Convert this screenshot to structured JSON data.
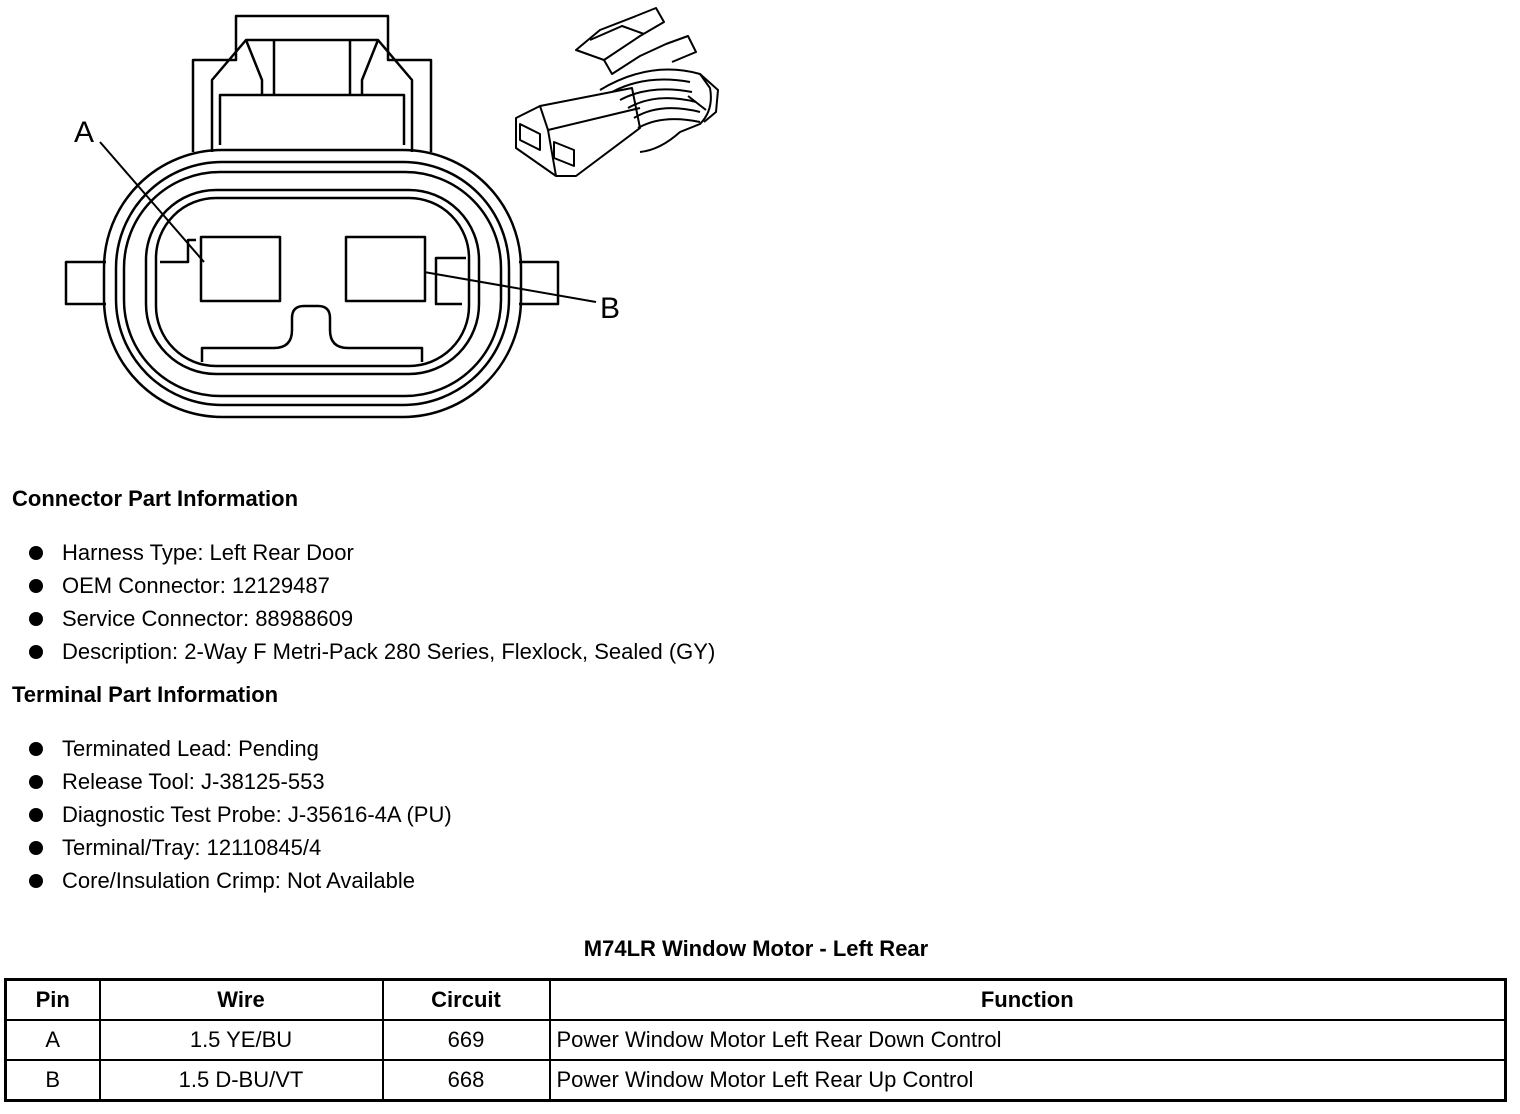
{
  "diagram": {
    "callout_a": "A",
    "callout_b": "B"
  },
  "connector_info": {
    "heading": "Connector Part Information",
    "items": [
      "Harness Type: Left Rear Door",
      "OEM Connector: 12129487",
      "Service Connector: 88988609",
      "Description: 2-Way F Metri-Pack 280 Series, Flexlock, Sealed (GY)"
    ]
  },
  "terminal_info": {
    "heading": "Terminal Part Information",
    "items": [
      "Terminated Lead: Pending",
      "Release Tool: J-38125-553",
      "Diagnostic Test Probe: J-35616-4A (PU)",
      "Terminal/Tray: 12110845/4",
      "Core/Insulation Crimp: Not Available"
    ]
  },
  "pin_table": {
    "title": "M74LR Window Motor - Left Rear",
    "headers": [
      "Pin",
      "Wire",
      "Circuit",
      "Function"
    ],
    "rows": [
      [
        "A",
        "1.5 YE/BU",
        "669",
        "Power Window Motor Left Rear Down Control"
      ],
      [
        "B",
        "1.5 D-BU/VT",
        "668",
        "Power Window Motor Left Rear Up Control"
      ]
    ]
  }
}
